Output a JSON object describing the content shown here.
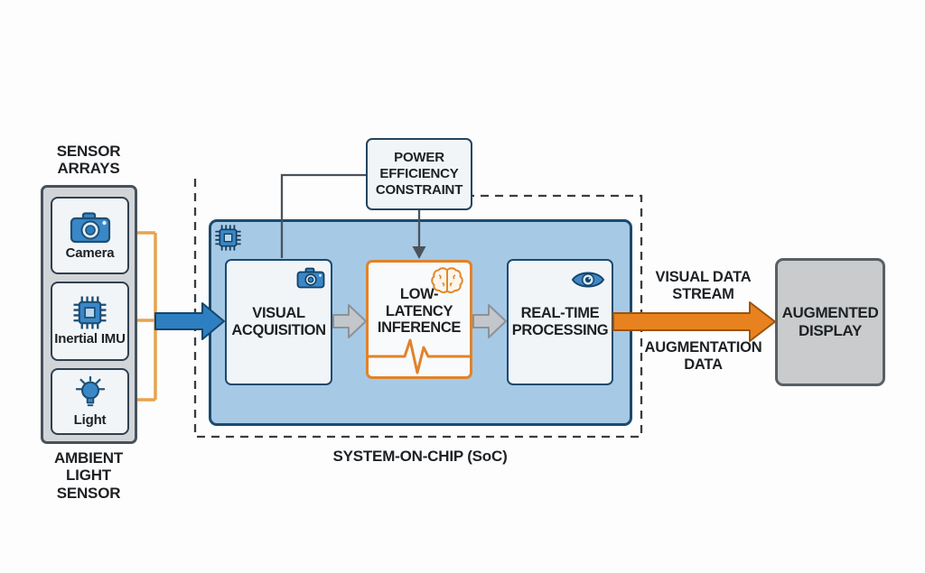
{
  "diagram_type": "AR edge-computing pipeline block diagram",
  "colors": {
    "accent_blue": "#2e7fc1",
    "dark_navy": "#17466b",
    "soc_fill": "#a6c9e6",
    "box_fill": "#f2f5f8",
    "orange": "#e8821e",
    "orange_light": "#e8a34f",
    "orange_border": "#e0832a",
    "gray_arrow": "#c3c7cb",
    "display_gray": "#c9cbcc",
    "panel_gray": "#d2d5d8",
    "text": "#1e2124"
  },
  "sensor_panel": {
    "title": "SENSOR ARRAYS",
    "footer": "AMBIENT LIGHT SENSOR",
    "sensors": [
      {
        "label": "Camera",
        "icon": "camera-icon"
      },
      {
        "label": "Inertial IMU",
        "icon": "chip-icon"
      },
      {
        "label": "Light",
        "icon": "lightbulb-icon"
      }
    ]
  },
  "power_box": {
    "label": "POWER EFFICIENCY CONSTRAINT"
  },
  "soc": {
    "label": "SYSTEM-ON-CHIP (SoC)",
    "corner_icon": "chip-icon",
    "stages": [
      {
        "label": "VISUAL ACQUISITION",
        "icon": "camera-icon"
      },
      {
        "label": "LOW-LATENCY INFERENCE",
        "icon": "brain-icon"
      },
      {
        "label": "REAL-TIME PROCESSING",
        "icon": "eye-icon"
      }
    ]
  },
  "outputs": {
    "top_label": "VISUAL DATA STREAM",
    "bottom_label": "AUGMENTATION DATA"
  },
  "display_box": {
    "label": "AUGMENTED DISPLAY"
  }
}
